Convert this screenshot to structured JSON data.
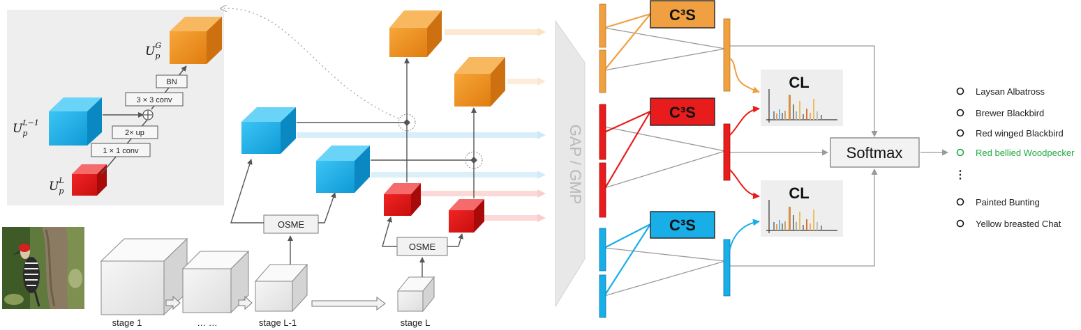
{
  "inset": {
    "ops": {
      "bn": "BN",
      "conv3": "3 × 3 conv",
      "up": "2× up",
      "conv1": "1 × 1 conv"
    },
    "labels": {
      "ug_base": "U",
      "ug_sub": "p",
      "ug_sup": "G",
      "ul1_base": "U",
      "ul1_sub": "p",
      "ul1_sup": "L−1",
      "ul_base": "U",
      "ul_sub": "p",
      "ul_sup": "L"
    }
  },
  "backbone": {
    "stages": [
      "stage 1",
      "… …",
      "stage L-1",
      "stage L"
    ]
  },
  "modules": {
    "osme": "OSME",
    "gap": "GAP / GMP",
    "c3s": "C³S",
    "cl": "CL",
    "softmax": "Softmax"
  },
  "classes": {
    "items": [
      "Laysan Albatross",
      "Brewer Blackbird",
      "Red winged Blackbird",
      "Red bellied Woodpecker",
      "⋮",
      "Painted Bunting",
      "Yellow breasted Chat"
    ],
    "highlight_index": 3,
    "highlight_color": "#22aa44"
  },
  "colors": {
    "orange": "#f0a040",
    "red": "#e81c1c",
    "blue": "#18aee8",
    "gray_box": "#f0f0f0"
  }
}
